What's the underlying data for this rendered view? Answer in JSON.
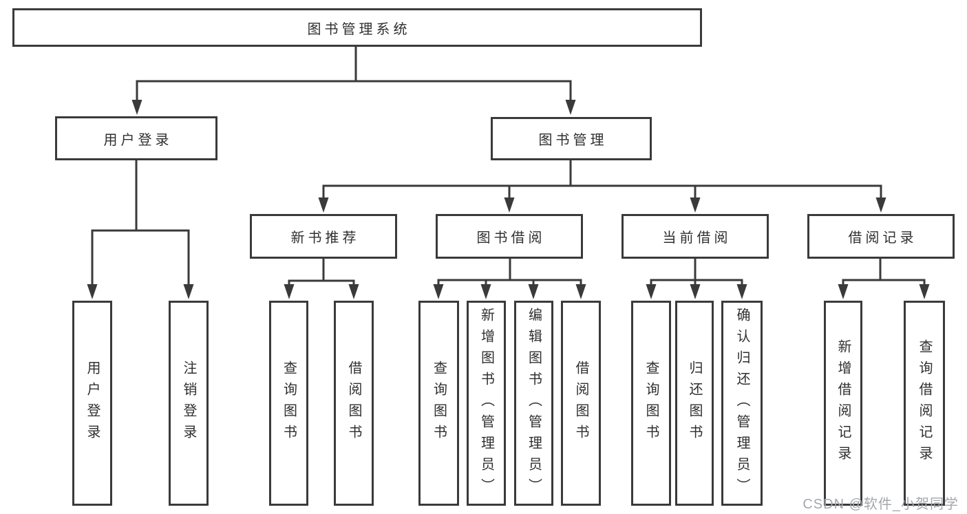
{
  "diagram": {
    "type": "tree",
    "nodes": {
      "root": {
        "label": "图书管理系统"
      },
      "user_login": {
        "label": "用户登录"
      },
      "book_mgmt": {
        "label": "图书管理"
      },
      "new_book_rec": {
        "label": "新书推荐"
      },
      "book_borrow": {
        "label": "图书借阅"
      },
      "current_borrow": {
        "label": "当前借阅"
      },
      "borrow_record": {
        "label": "借阅记录"
      },
      "leaf_user_login": {
        "label": "用户登录"
      },
      "leaf_logout": {
        "label": "注销登录"
      },
      "leaf_query_book_1": {
        "label": "查询图书"
      },
      "leaf_borrow_book_1": {
        "label": "借阅图书"
      },
      "leaf_query_book_2": {
        "label": "查询图书"
      },
      "leaf_add_book": {
        "label": "新增图书（管理员）"
      },
      "leaf_edit_book": {
        "label": "编辑图书（管理员）"
      },
      "leaf_borrow_book_2": {
        "label": "借阅图书"
      },
      "leaf_query_book_3": {
        "label": "查询图书"
      },
      "leaf_return_book": {
        "label": "归还图书"
      },
      "leaf_confirm_return": {
        "label": "确认归还（管理员）"
      },
      "leaf_add_record": {
        "label": "新增借阅记录"
      },
      "leaf_query_record": {
        "label": "查询借阅记录"
      }
    },
    "edges": [
      [
        "root",
        "user_login"
      ],
      [
        "root",
        "book_mgmt"
      ],
      [
        "user_login",
        "leaf_user_login"
      ],
      [
        "user_login",
        "leaf_logout"
      ],
      [
        "book_mgmt",
        "new_book_rec"
      ],
      [
        "book_mgmt",
        "book_borrow"
      ],
      [
        "book_mgmt",
        "current_borrow"
      ],
      [
        "book_mgmt",
        "borrow_record"
      ],
      [
        "new_book_rec",
        "leaf_query_book_1"
      ],
      [
        "new_book_rec",
        "leaf_borrow_book_1"
      ],
      [
        "book_borrow",
        "leaf_query_book_2"
      ],
      [
        "book_borrow",
        "leaf_add_book"
      ],
      [
        "book_borrow",
        "leaf_edit_book"
      ],
      [
        "book_borrow",
        "leaf_borrow_book_2"
      ],
      [
        "current_borrow",
        "leaf_query_book_3"
      ],
      [
        "current_borrow",
        "leaf_return_book"
      ],
      [
        "current_borrow",
        "leaf_confirm_return"
      ],
      [
        "borrow_record",
        "leaf_add_record"
      ],
      [
        "borrow_record",
        "leaf_query_record"
      ]
    ],
    "colors": {
      "line": "#3a3a3a",
      "text": "#2f2f2f",
      "node_background": "#ffffff",
      "page_background": "#ffffff",
      "watermark": "#a4a7ac"
    }
  },
  "watermark": {
    "text": "CSDN @软件_小贺同学"
  }
}
